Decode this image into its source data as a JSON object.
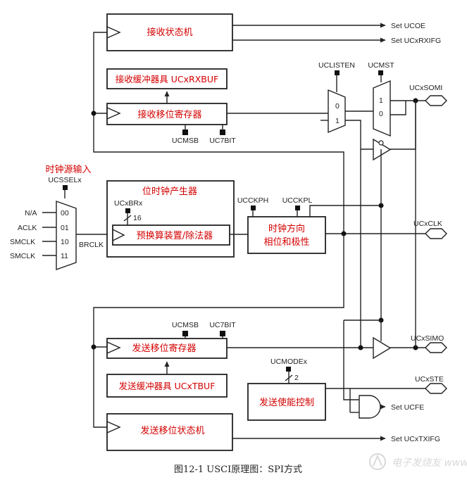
{
  "blocks": {
    "rx_state": "接收状态机",
    "rx_buf": "接收缓冲器具 UCxRXBUF",
    "rx_shift": "接收移位寄存器",
    "clk_src": "时钟源输入",
    "bitclk_gen": "位时钟产生器",
    "prescaler": "预换算装置/除法器",
    "clk_dir_1": "时钟方向",
    "clk_dir_2": "相位和极性",
    "tx_shift": "发送移位寄存器",
    "tx_buf": "发送缓冲器具 UCxTBUF",
    "tx_enable": "发送使能控制",
    "tx_state": "发送移位状态机"
  },
  "signals": {
    "set_ucoe": "Set UCOE",
    "set_rxifg": "Set UCxRXIFG",
    "uclisten": "UCLISTEN",
    "ucmst": "UCMST",
    "ucxsomi": "UCxSOMI",
    "ucmsb_rx": "UCMSB",
    "uc7bit_rx": "UC7BIT",
    "ucssel": "UCSSELx",
    "ucxbr": "UCxBRx",
    "br_width": "16",
    "ucckph": "UCCKPH",
    "ucckpl": "UCCKPL",
    "ucxclk": "UCxCLK",
    "brclk": "BRCLK",
    "ucmsb_tx": "UCMSB",
    "uc7bit_tx": "UC7BIT",
    "ucxsimo": "UCxSIMO",
    "ucmode": "UCMODEx",
    "mode_width": "2",
    "ucxste": "UCxSTE",
    "set_ucfe": "Set UCFE",
    "set_txifg": "Set UCxTXIFG"
  },
  "mux_sources": {
    "inputs": [
      "N/A",
      "ACLK",
      "SMCLK",
      "SMCLK"
    ],
    "codes": [
      "00",
      "01",
      "10",
      "11"
    ]
  },
  "mux_listen": {
    "in0": "0",
    "in1": "1"
  },
  "mux_master": {
    "in0": "1",
    "in1": "0"
  },
  "caption": "图12-1 USCI原理图：SPI方式",
  "watermark": "电子发烧友 www.elecfans.com"
}
